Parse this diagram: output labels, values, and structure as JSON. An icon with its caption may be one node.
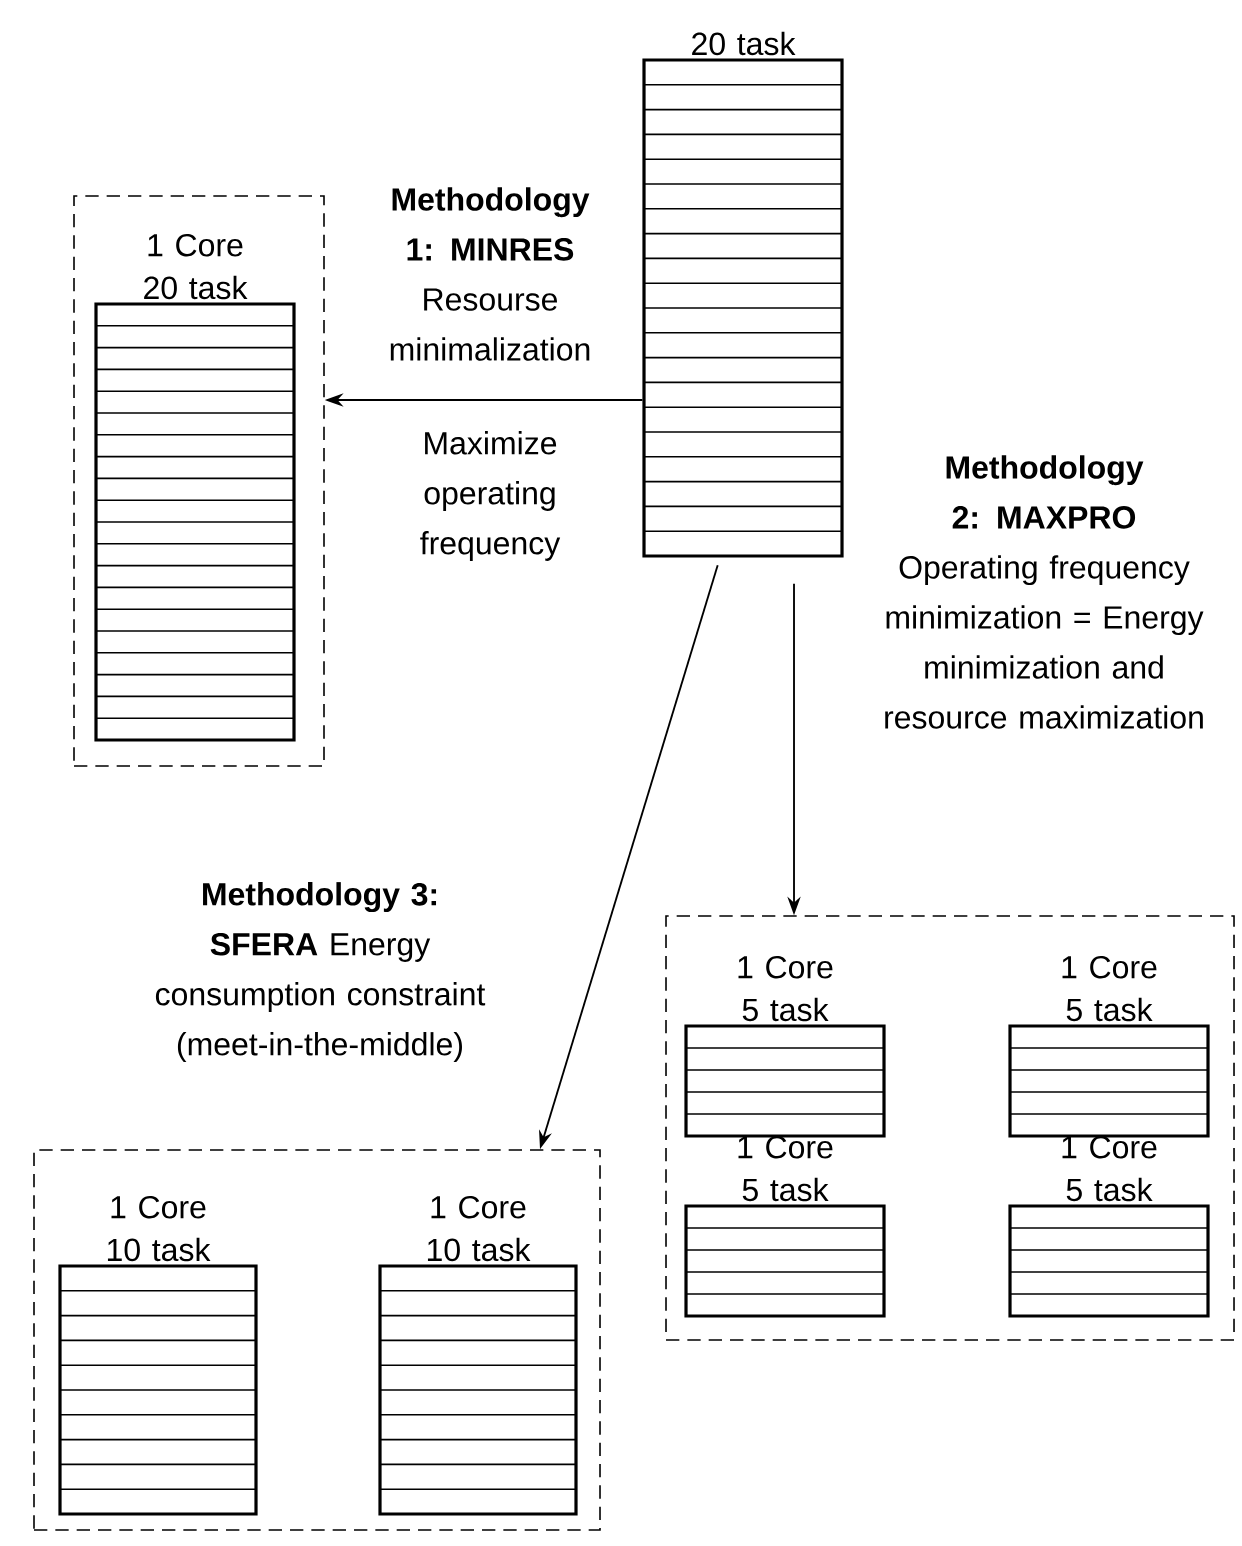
{
  "diagram": {
    "nodes": [
      {
        "text": [
          "20 task"
        ]
      },
      {
        "text": [],
        "shape": "box"
      },
      {
        "text": [
          "1 Core 20 task"
        ],
        "in": 1
      },
      {
        "text": [],
        "shape": "box"
      },
      {
        "text": [
          "1 Core 5 task"
        ],
        "in": 3
      },
      {
        "text": [
          "1 Core 5 task"
        ],
        "in": 3
      },
      {
        "text": [
          "1 Core 5 task"
        ],
        "in": 3
      },
      {
        "text": [
          "1 Core 5 task"
        ],
        "in": 3
      },
      {
        "text": [],
        "shape": "box"
      },
      {
        "text": [
          "1 Core 10 task"
        ],
        "in": 8
      },
      {
        "text": [
          "1 Core 10 task"
        ],
        "in": 8
      }
    ],
    "edges": [
      {
        "from": 0,
        "to": 1,
        "arrow": "to",
        "label": "**Methodology 1: MINRES** Resourse minimalization"
      },
      {
        "from": 0,
        "to": 3,
        "arrow": "to",
        "label": "**Methodology 2: MAXPRO** Operating frequency minimization = Energy minimization and resource maximization"
      },
      {
        "from": 0,
        "to": 8,
        "arrow": "to",
        "label": "**Methodology 3: SFERA** Energy consumption constraint (meet-in-the-middle)"
      }
    ],
    "labels": [
      "Maximize operating frequency"
    ]
  }
}
